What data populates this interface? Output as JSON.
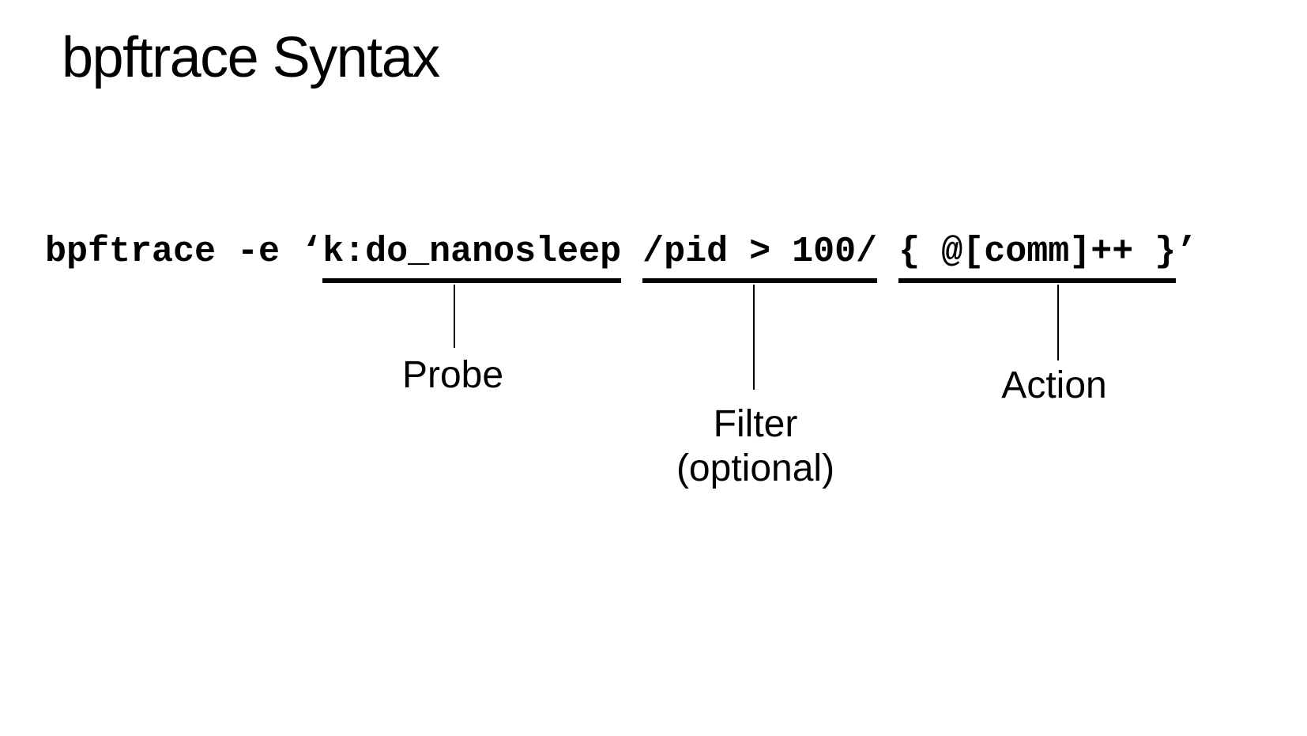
{
  "slide": {
    "title": "bpftrace Syntax",
    "command": {
      "full": "bpftrace -e ‘k:do_nanosleep /pid > 100/ { @[comm]++ }’",
      "prefix": "bpftrace -e ‘",
      "probe": "k:do_nanosleep",
      "sep_probe_filter": " ",
      "filter": "/pid > 100/",
      "sep_filter_action": " ",
      "action": "{ @[comm]++ }",
      "suffix": "’"
    },
    "annotations": {
      "probe": {
        "label": "Probe"
      },
      "filter": {
        "label": "Filter",
        "sublabel": "(optional)"
      },
      "action": {
        "label": "Action"
      }
    },
    "colors": {
      "background": "#ffffff",
      "text": "#000000",
      "underline": "#000000",
      "connector": "#000000"
    }
  }
}
